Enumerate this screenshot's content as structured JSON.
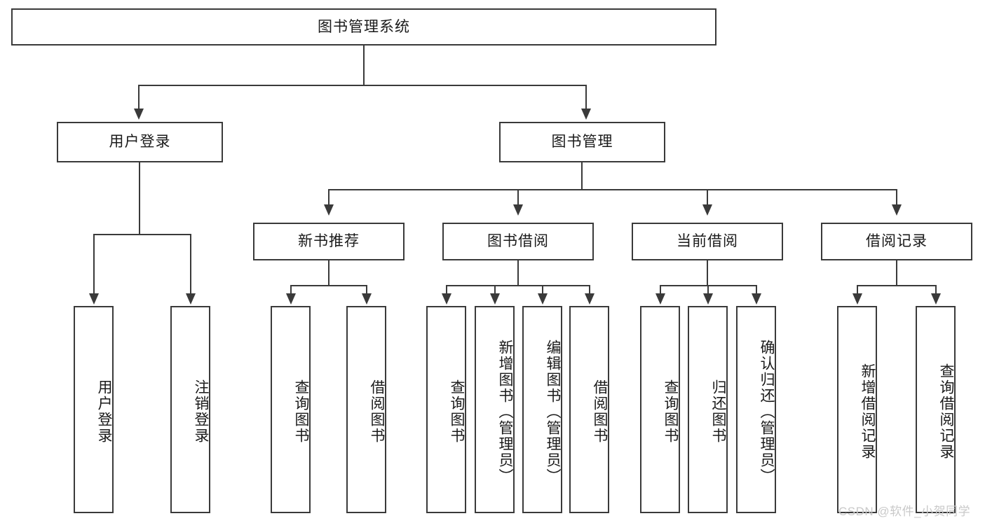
{
  "diagram": {
    "type": "tree",
    "title": "图书管理系统",
    "root": {
      "label": "图书管理系统"
    },
    "level1": [
      {
        "label": "用户登录"
      },
      {
        "label": "图书管理"
      }
    ],
    "level2": [
      {
        "label": "新书推荐"
      },
      {
        "label": "图书借阅"
      },
      {
        "label": "当前借阅"
      },
      {
        "label": "借阅记录"
      }
    ],
    "leaves": {
      "user_login": [
        {
          "label": "用户登录"
        },
        {
          "label": "注销登录"
        }
      ],
      "new_book_recommend": [
        {
          "label": "查询图书"
        },
        {
          "label": "借阅图书"
        }
      ],
      "book_borrow": [
        {
          "label": "查询图书"
        },
        {
          "label": "新增图书（管理员）"
        },
        {
          "label": "编辑图书（管理员）"
        },
        {
          "label": "借阅图书"
        }
      ],
      "current_borrow": [
        {
          "label": "查询图书"
        },
        {
          "label": "归还图书"
        },
        {
          "label": "确认归还（管理员）"
        }
      ],
      "borrow_record": [
        {
          "label": "新增借阅记录"
        },
        {
          "label": "查询借阅记录"
        }
      ]
    }
  },
  "watermark": {
    "text": "CSDN @软件_小贺同学"
  },
  "colors": {
    "stroke": "#3a3a3a",
    "text": "#1a1a1a",
    "background": "#ffffff",
    "watermark": "#c9c9c9"
  }
}
